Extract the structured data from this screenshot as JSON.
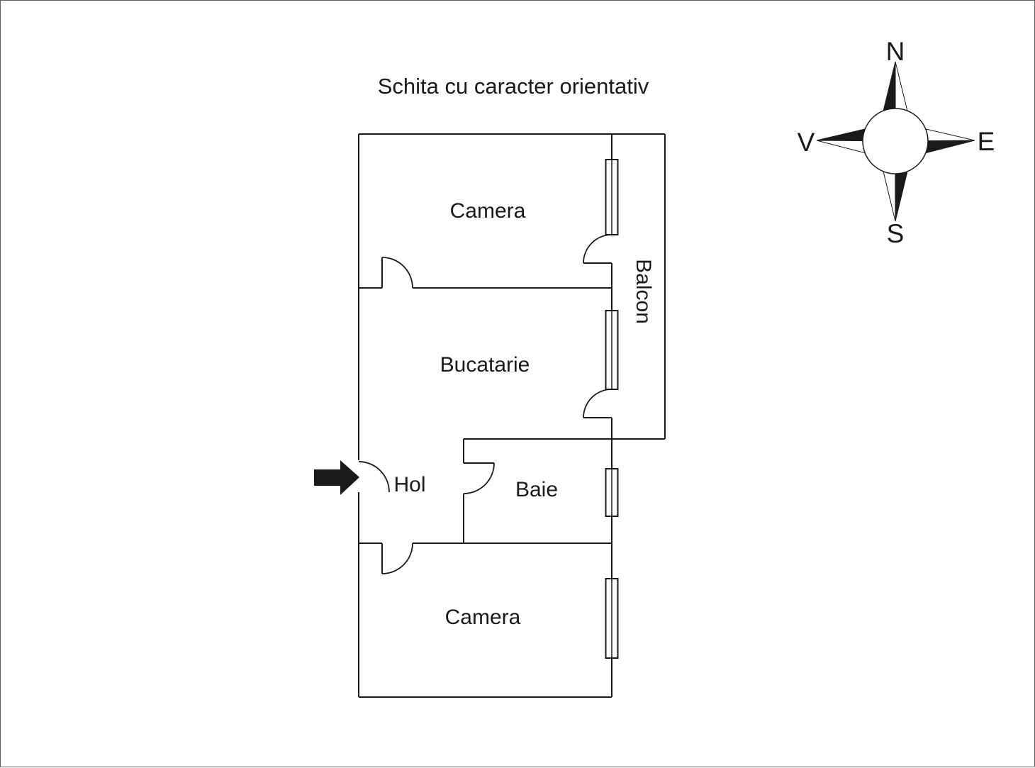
{
  "title": "Schita cu caracter orientativ",
  "rooms": {
    "camera_top": "Camera",
    "bucatarie": "Bucatarie",
    "hol": "Hol",
    "baie": "Baie",
    "camera_bottom": "Camera",
    "balcon": "Balcon"
  },
  "compass": {
    "n": "N",
    "e": "E",
    "s": "S",
    "v": "V"
  },
  "colors": {
    "line": "#1a1a1a",
    "background": "#ffffff"
  }
}
